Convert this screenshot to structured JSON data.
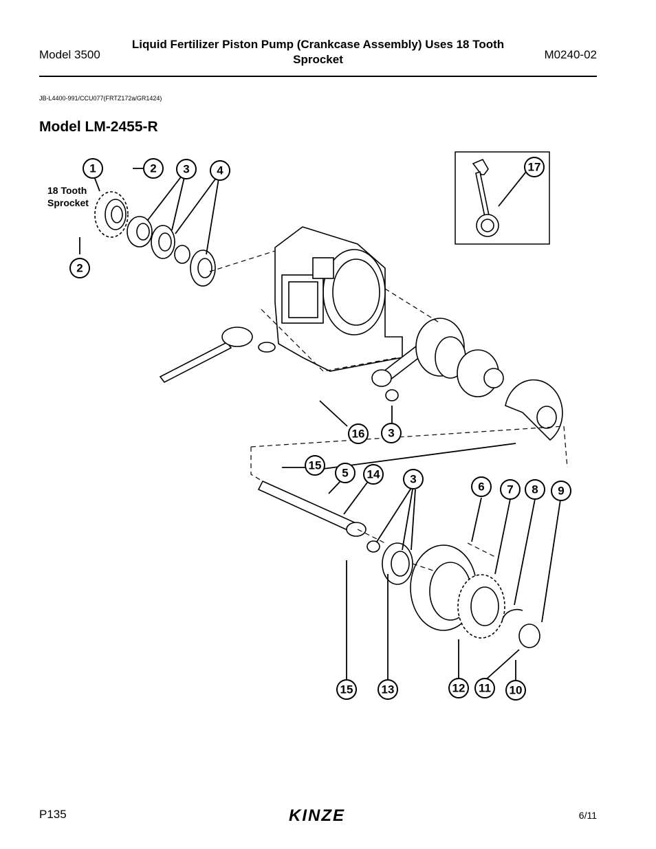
{
  "header": {
    "model": "Model 3500",
    "title": "Liquid Fertilizer Piston Pump (Crankcase Assembly) Uses 18 Tooth Sprocket",
    "doc_number": "M0240-02"
  },
  "reference_code": "JB-L4400-991/CCU077(FRTZ172a/GR1424)",
  "section_title": "Model LM-2455-R",
  "diagram": {
    "sprocket_label": "18 Tooth Sprocket",
    "callouts": [
      "1",
      "2",
      "3",
      "4",
      "2",
      "17",
      "16",
      "3",
      "15",
      "5",
      "14",
      "3",
      "6",
      "7",
      "8",
      "9",
      "15",
      "13",
      "12",
      "11",
      "10"
    ]
  },
  "footer": {
    "page": "P135",
    "brand": "KINZE",
    "date": "6/11"
  }
}
